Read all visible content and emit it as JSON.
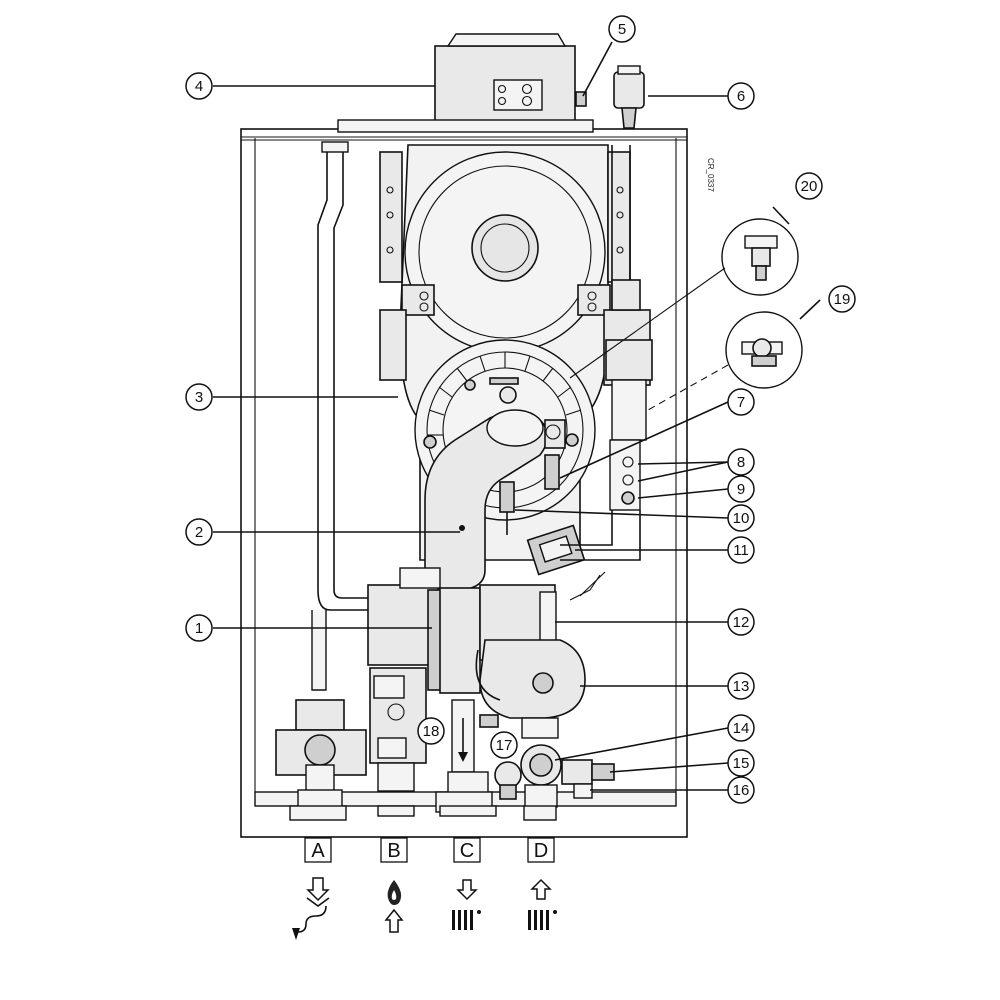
{
  "diagram": {
    "code": "CR_0337",
    "callouts": [
      {
        "id": "c1",
        "label": "1"
      },
      {
        "id": "c2",
        "label": "2"
      },
      {
        "id": "c3",
        "label": "3"
      },
      {
        "id": "c4",
        "label": "4"
      },
      {
        "id": "c5",
        "label": "5"
      },
      {
        "id": "c6",
        "label": "6"
      },
      {
        "id": "c7",
        "label": "7"
      },
      {
        "id": "c8",
        "label": "8"
      },
      {
        "id": "c9",
        "label": "9"
      },
      {
        "id": "c10",
        "label": "10"
      },
      {
        "id": "c11",
        "label": "11"
      },
      {
        "id": "c12",
        "label": "12"
      },
      {
        "id": "c13",
        "label": "13"
      },
      {
        "id": "c14",
        "label": "14"
      },
      {
        "id": "c15",
        "label": "15"
      },
      {
        "id": "c16",
        "label": "16"
      },
      {
        "id": "c17",
        "label": "17"
      },
      {
        "id": "c18",
        "label": "18"
      },
      {
        "id": "c19",
        "label": "19"
      },
      {
        "id": "c20",
        "label": "20"
      }
    ],
    "connections": [
      {
        "id": "A",
        "label": "A",
        "icon": "drain-icon"
      },
      {
        "id": "B",
        "label": "B",
        "icon": "gas-flame-icon"
      },
      {
        "id": "C",
        "label": "C",
        "icon": "heating-flow-icon"
      },
      {
        "id": "D",
        "label": "D",
        "icon": "heating-return-icon"
      }
    ]
  }
}
